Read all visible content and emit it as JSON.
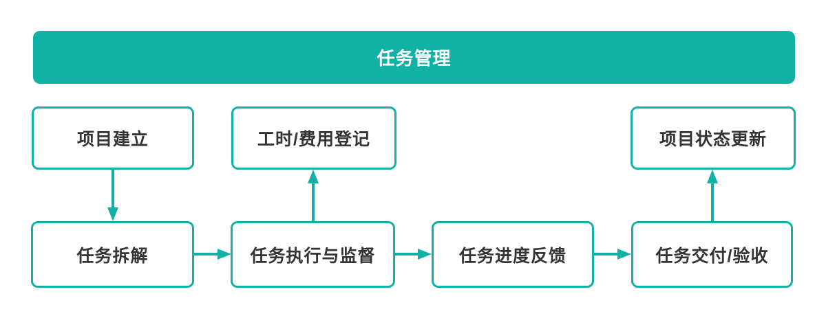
{
  "diagram": {
    "title": "任务管理",
    "nodes": [
      {
        "id": "project-create",
        "label": "项目建立"
      },
      {
        "id": "time-expense-register",
        "label": "工时/费用登记"
      },
      {
        "id": "project-status-update",
        "label": "项目状态更新"
      },
      {
        "id": "task-breakdown",
        "label": "任务拆解"
      },
      {
        "id": "task-execute-supervise",
        "label": "任务执行与监督"
      },
      {
        "id": "task-progress-feedback",
        "label": "任务进度反馈"
      },
      {
        "id": "task-delivery-acceptance",
        "label": "任务交付/验收"
      }
    ],
    "edges": [
      {
        "from": "项目建立",
        "to": "任务拆解",
        "direction": "down"
      },
      {
        "from": "任务拆解",
        "to": "任务执行与监督",
        "direction": "right"
      },
      {
        "from": "任务执行与监督",
        "to": "工时/费用登记",
        "direction": "up"
      },
      {
        "from": "任务执行与监督",
        "to": "任务进度反馈",
        "direction": "right"
      },
      {
        "from": "任务进度反馈",
        "to": "任务交付/验收",
        "direction": "right"
      },
      {
        "from": "任务交付/验收",
        "to": "项目状态更新",
        "direction": "up"
      }
    ]
  },
  "colors": {
    "accent": "#11b1a6",
    "node_bg": "#ffffff",
    "node_text": "#333333",
    "header_text": "#ffffff"
  }
}
